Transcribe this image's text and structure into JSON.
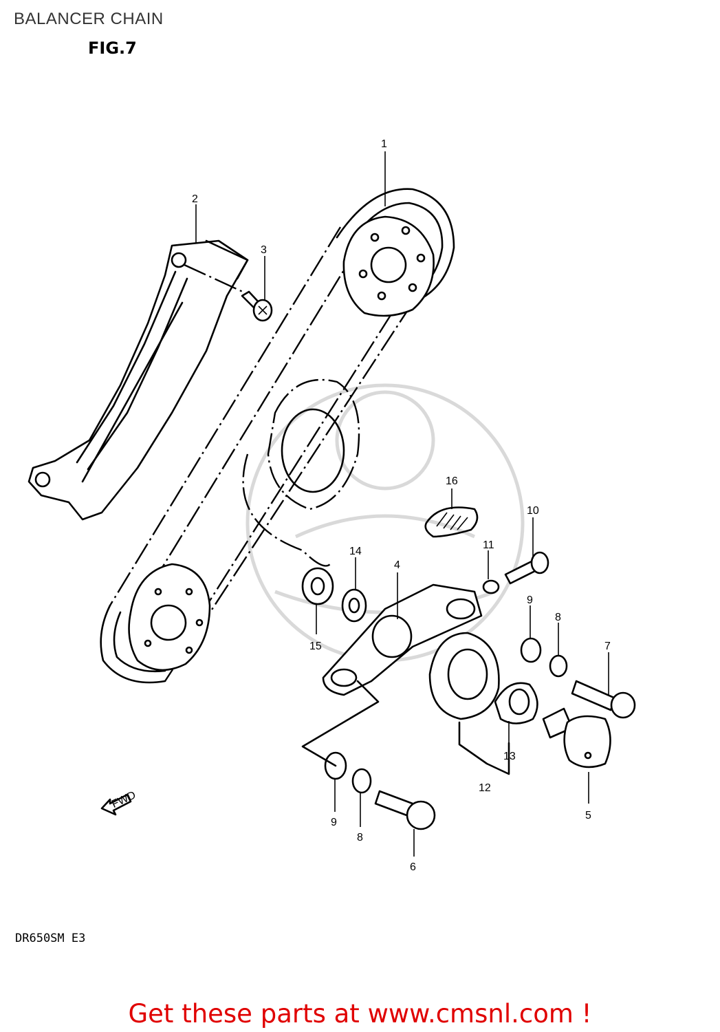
{
  "header": {
    "title": "BALANCER CHAIN",
    "figure": "FIG.7"
  },
  "footer": {
    "model_code": "DR650SM E3",
    "promo": "Get these parts at www.cmsnl.com !"
  },
  "direction_marker": {
    "label": "FWD"
  },
  "callouts": [
    "1",
    "2",
    "3",
    "16",
    "10",
    "14",
    "4",
    "11",
    "9",
    "8",
    "7",
    "15",
    "13",
    "12",
    "5",
    "9",
    "8",
    "6"
  ]
}
